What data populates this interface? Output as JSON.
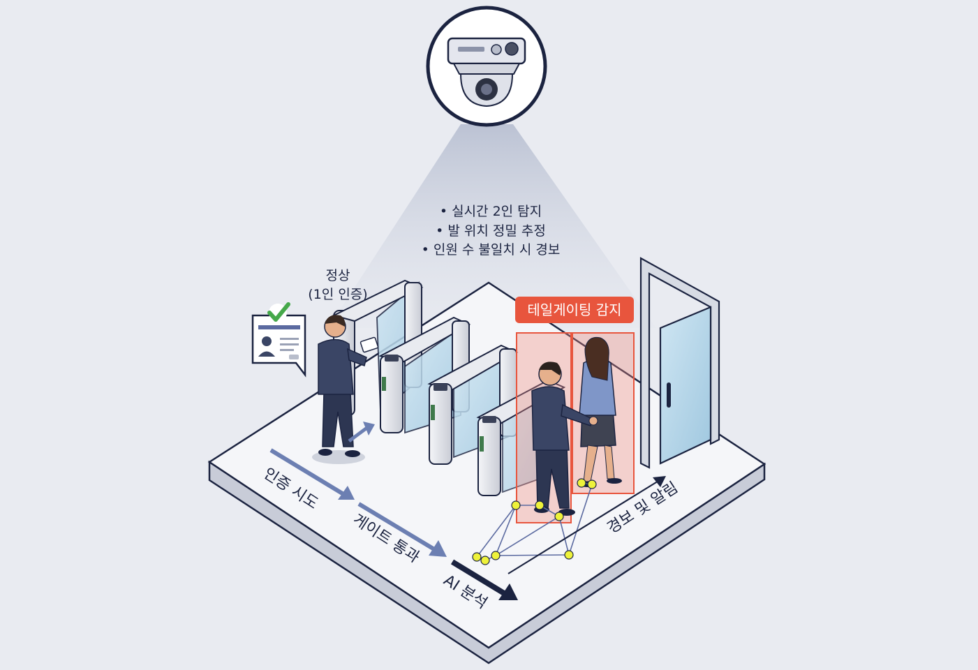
{
  "camera": {
    "features": [
      "• 실시간 2인 탐지",
      "• 발 위치 정밀 추정",
      "• 인원 수 불일치 시 경보"
    ]
  },
  "normal": {
    "line1": "정상",
    "line2": "(1인 인증)"
  },
  "detection": {
    "label": "테일게이팅 감지"
  },
  "steps": {
    "step1": "인증 시도",
    "step2": "게이트 통과",
    "step3": "AI 분석",
    "step4": "경보 및 알림"
  },
  "colors": {
    "background": "#e9ebf1",
    "navy": "#1b2340",
    "suit": "#3a4565",
    "alert": "#e8553d",
    "keypoint": "#eef23a",
    "arrow": "#6c7fb2"
  }
}
